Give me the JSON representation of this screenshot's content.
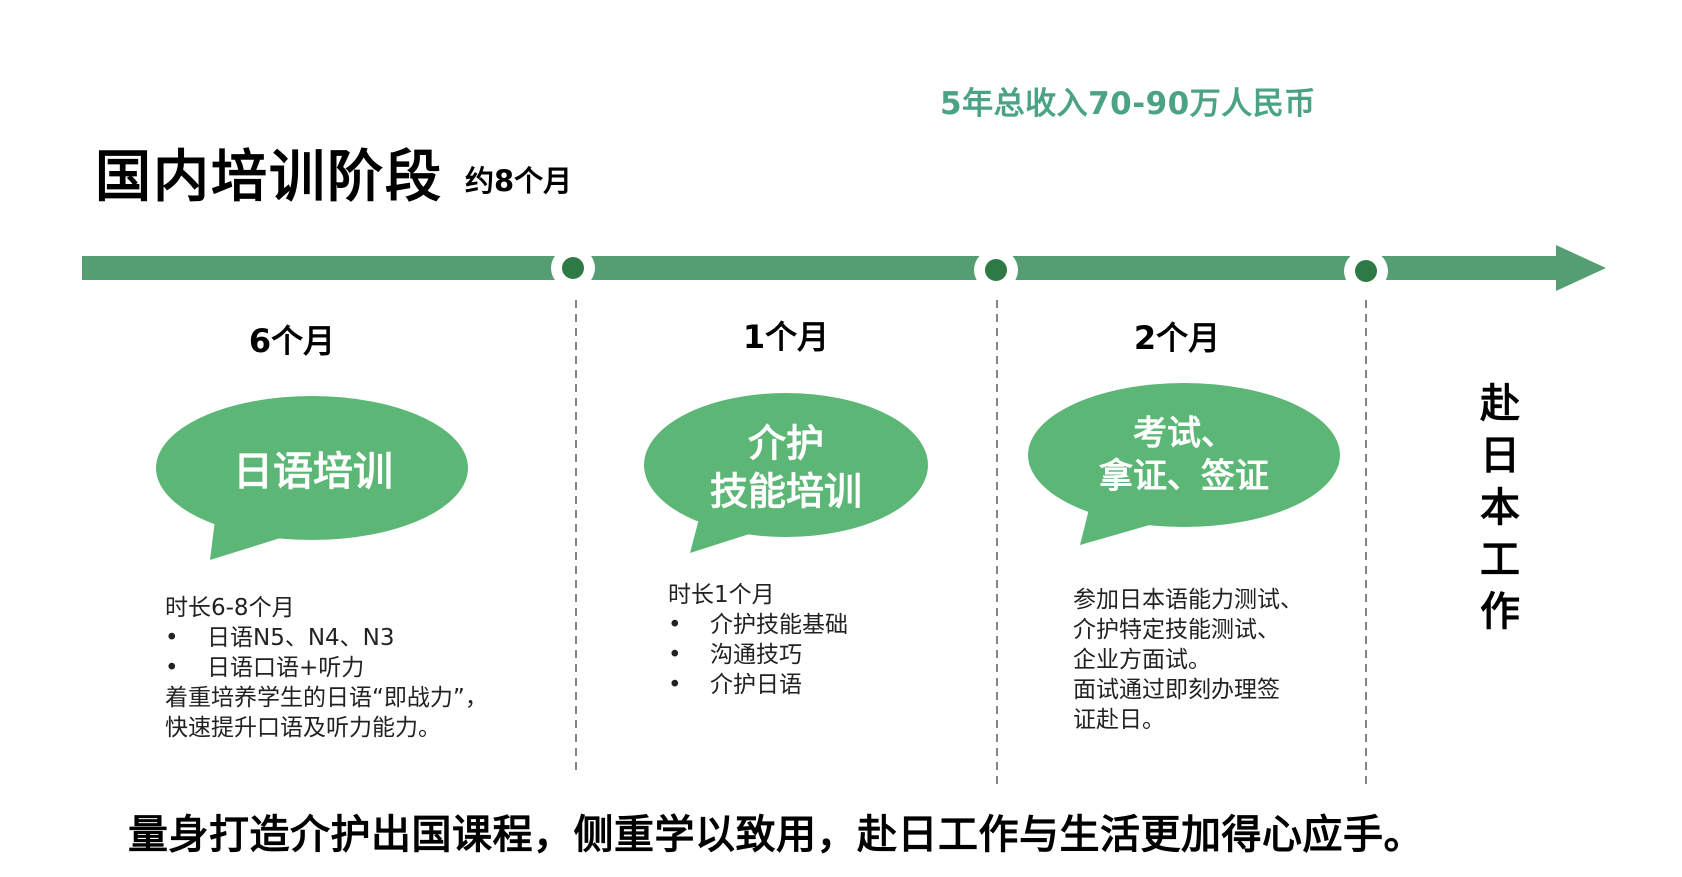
{
  "header": {
    "income_note": "5年总收入70-90万人民币",
    "title": "国内培训阶段",
    "title_suffix": "约8个月"
  },
  "timeline": {
    "color": "#559e74",
    "node_color": "#2e7a44",
    "bubble_color": "#5cb777",
    "stages": [
      {
        "duration": "6个月",
        "bubble_lines": [
          "日语培训"
        ],
        "description": {
          "lines": [
            "时长6-8个月"
          ],
          "bullets": [
            "日语N5、N4、N3",
            "日语口语+听力"
          ],
          "after": [
            "着重培养学生的日语“即战力”，",
            "快速提升口语及听力能力。"
          ]
        }
      },
      {
        "duration": "1个月",
        "bubble_lines": [
          "介护",
          "技能培训"
        ],
        "description": {
          "lines": [
            "时长1个月"
          ],
          "bullets": [
            "介护技能基础",
            "沟通技巧",
            "介护日语"
          ],
          "after": []
        }
      },
      {
        "duration": "2个月",
        "bubble_lines": [
          "考试、",
          "拿证、签证"
        ],
        "description": {
          "lines": [
            "参加日本语能力测试、",
            "介护特定技能测试、",
            "企业方面试。",
            "面试通过即刻办理签",
            "证赴日。"
          ],
          "bullets": [],
          "after": []
        }
      }
    ],
    "final_stage": "赴日本工作"
  },
  "footer": {
    "slogan": "量身打造介护出国课程，侧重学以致用，赴日工作与生活更加得心应手。"
  }
}
